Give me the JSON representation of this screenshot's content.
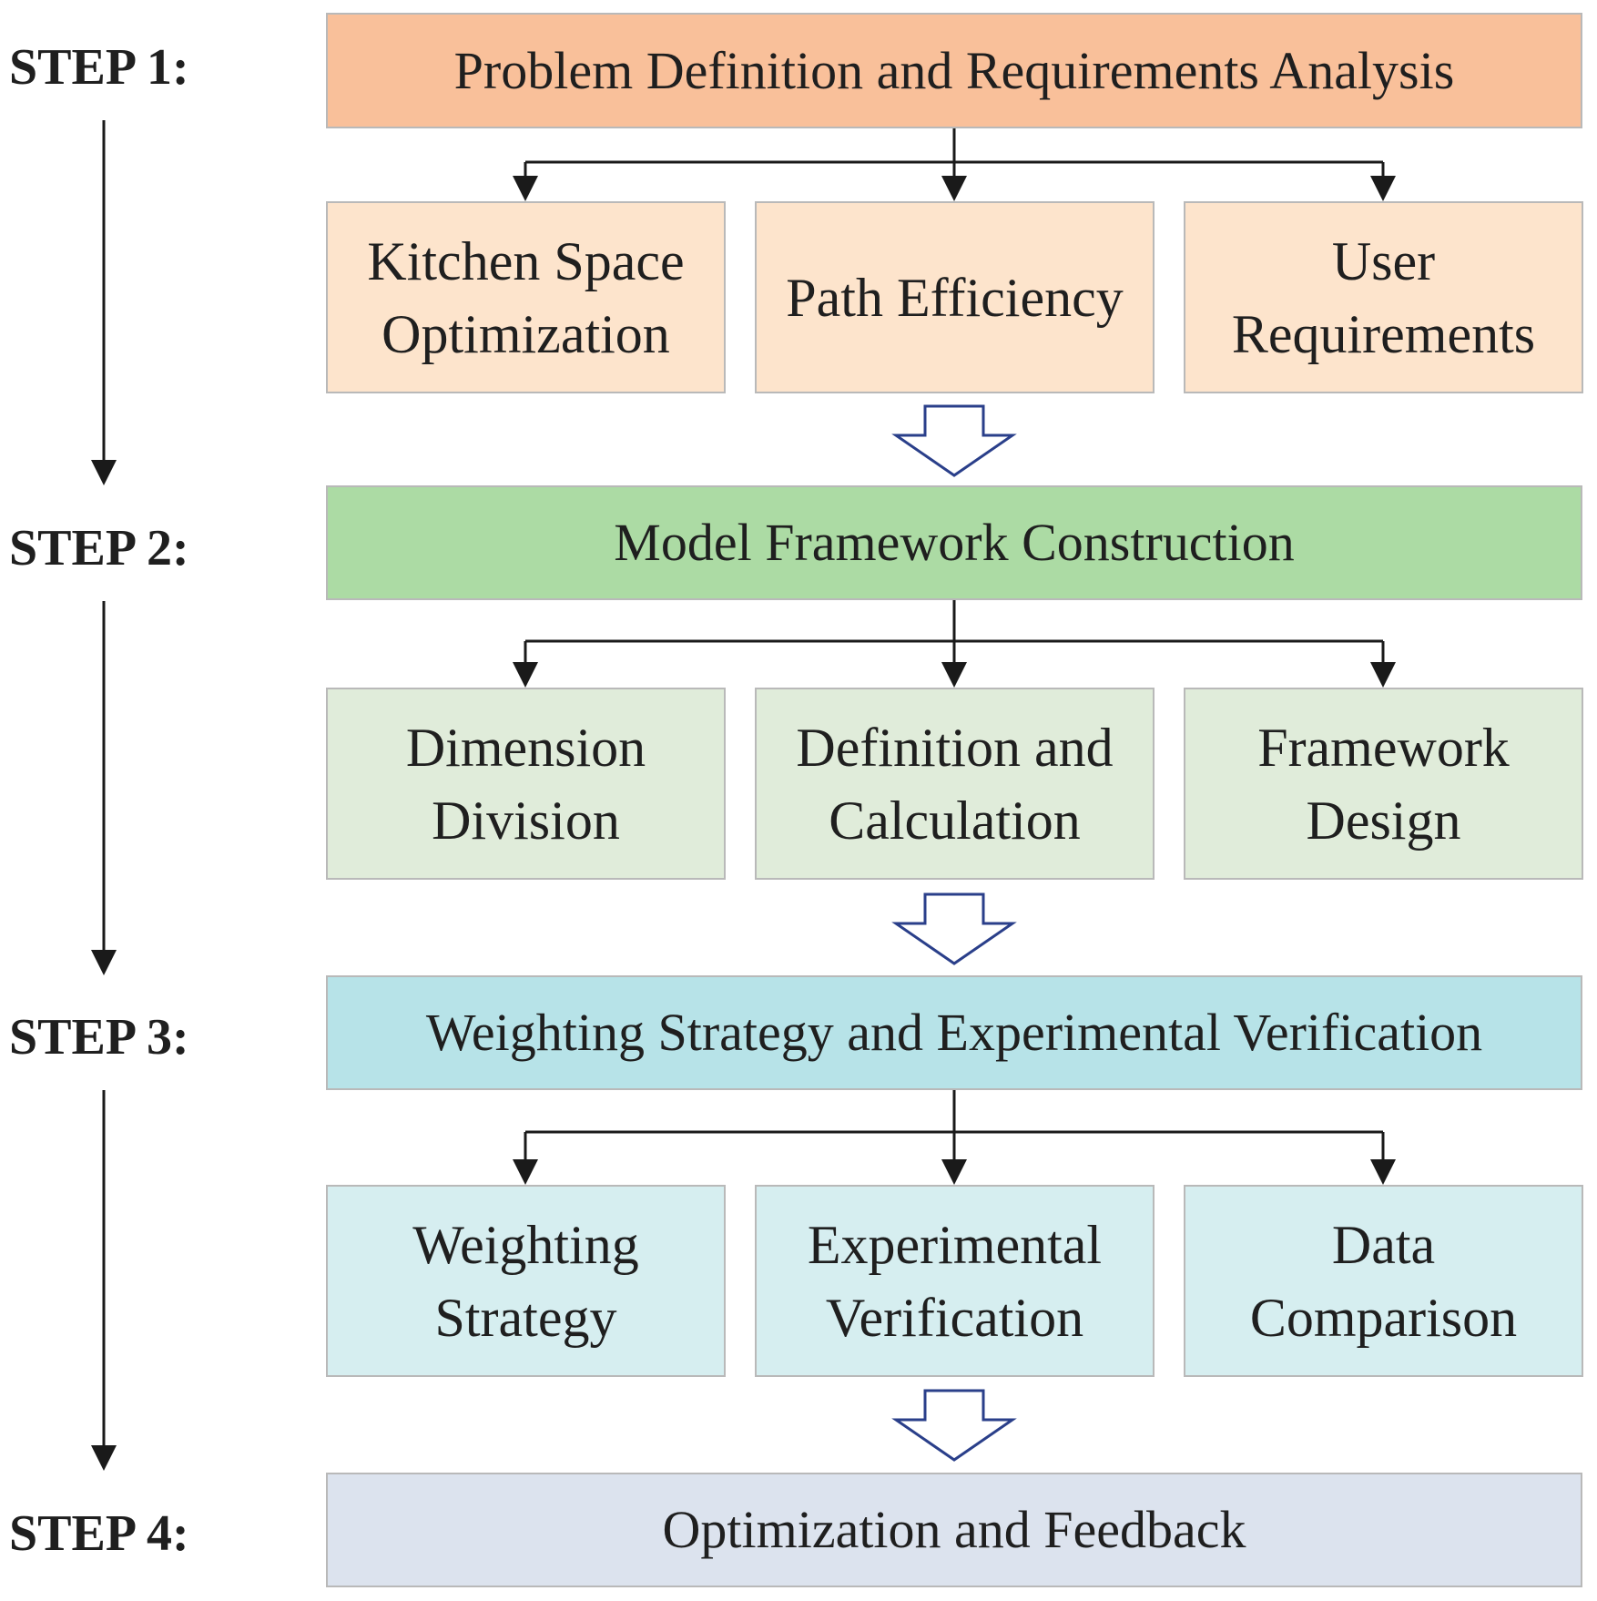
{
  "colors": {
    "step1_main": "#f9c09a",
    "step1_sub": "#fde4cc",
    "step2_main": "#acdba4",
    "step2_sub": "#e0ecda",
    "step3_main": "#b7e3e8",
    "step3_sub": "#d6eef0",
    "step4_main": "#dce3ee",
    "connector": "#1a1a1a",
    "hollow_arrow": "#2a3f8a"
  },
  "steps": [
    {
      "label": "STEP 1:",
      "title": "Problem Definition and Requirements Analysis",
      "items": [
        "Kitchen Space\nOptimization",
        "Path Efficiency",
        "User\nRequirements"
      ]
    },
    {
      "label": "STEP 2:",
      "title": "Model Framework Construction",
      "items": [
        "Dimension\nDivision",
        "Definition and\nCalculation",
        "Framework\nDesign"
      ]
    },
    {
      "label": "STEP 3:",
      "title": "Weighting Strategy and Experimental Verification",
      "items": [
        "Weighting\nStrategy",
        "Experimental\nVerification",
        "Data\nComparison"
      ]
    },
    {
      "label": "STEP 4:",
      "title": "Optimization and Feedback"
    }
  ]
}
